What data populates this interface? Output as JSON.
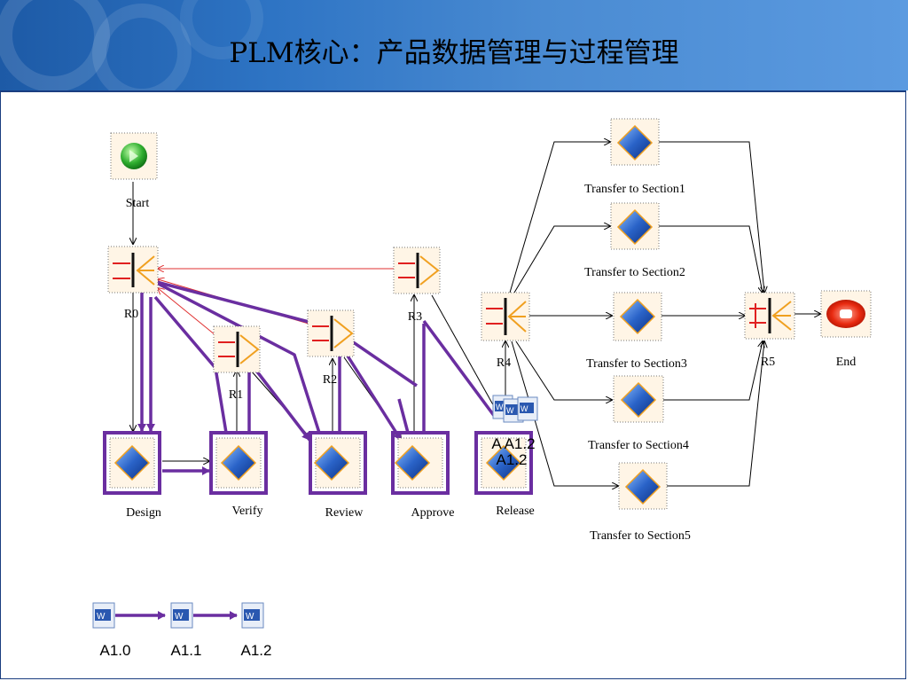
{
  "header": {
    "title": "PLM核心：产品数据管理与过程管理"
  },
  "nodes": {
    "start": "Start",
    "r0": "R0",
    "r1": "R1",
    "r2": "R2",
    "r3": "R3",
    "r4": "R4",
    "r5": "R5",
    "end": "End",
    "design": "Design",
    "verify": "Verify",
    "review": "Review",
    "approve": "Approve",
    "release": "Release",
    "t1": "Transfer to Section1",
    "t2": "Transfer to Section2",
    "t3": "Transfer to Section3",
    "t4": "Transfer to Section4",
    "t5": "Transfer to Section5"
  },
  "doc_labels": {
    "release_a": "A A1.2",
    "release_b": "A1.2"
  },
  "versions": [
    "A1.0",
    "A1.1",
    "A1.2"
  ],
  "colors": {
    "highlight": "#6a2ea0",
    "feedback": "#e03030",
    "diamond": "#2a63c8"
  }
}
